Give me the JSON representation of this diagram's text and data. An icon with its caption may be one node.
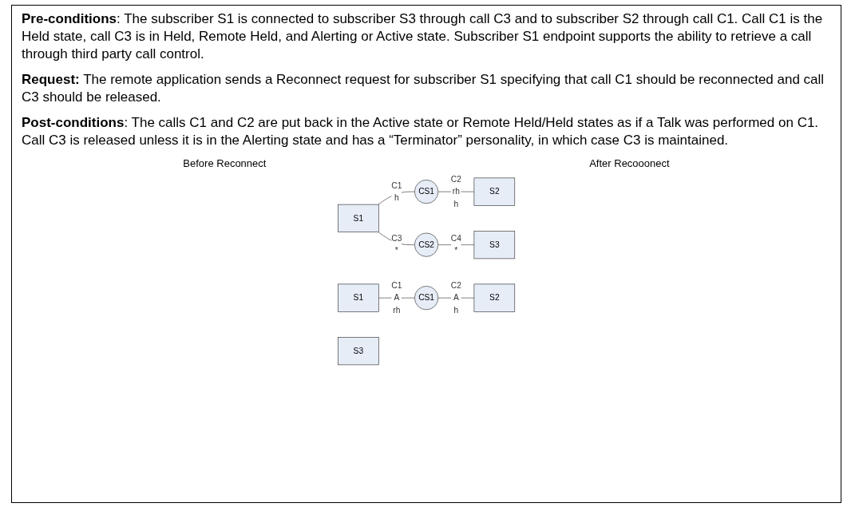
{
  "diagram": {
    "nodes": [
      {
        "text": [
          "S1"
        ]
      },
      {
        "text": [
          "CS1"
        ]
      },
      {
        "text": [
          "S2"
        ]
      },
      {
        "text": [
          "CS2"
        ]
      },
      {
        "text": [
          "S3"
        ]
      },
      {
        "text": [
          "S1"
        ]
      },
      {
        "text": [
          "CS1"
        ]
      },
      {
        "text": [
          "S2"
        ]
      },
      {
        "text": [
          "S3"
        ]
      }
    ],
    "edges": [
      {
        "from": 0,
        "to": 1,
        "arrow": "none",
        "label": "C1 h"
      },
      {
        "from": 1,
        "to": 2,
        "arrow": "none",
        "label": "C2 rh h"
      },
      {
        "from": 0,
        "to": 3,
        "arrow": "none",
        "label": "C3 *"
      },
      {
        "from": 3,
        "to": 4,
        "arrow": "none",
        "label": "C4 *"
      },
      {
        "from": 5,
        "to": 6,
        "arrow": "none",
        "label": "C1 A rh"
      },
      {
        "from": 6,
        "to": 7,
        "arrow": "none",
        "label": "C2 A h"
      }
    ],
    "labels": [
      "**Pre-conditions**:  The subscriber S1 is connected to subscriber S3 through call C3 and to subscriber S2 through call C1.  Call C1 is the Held state, call C3 is in Held, Remote Held, and Alerting or Active state.  Subscriber S1 endpoint supports the ability to retrieve a call through third party call control.",
      "**Request:**  The remote application sends a Reconnect request for subscriber S1 specifying that call C1 should be reconnected and call C3 should be released.",
      "**Post-conditions**:  The calls C1 and C2 are put back in the Active state or Remote Held/Held states as if a Talk was performed on C1.  Call C3 is released unless it is in the Alerting state and has a “Terminator” personality, in which case C3 is maintained.",
      "Before Reconnect",
      "After Recooonect"
    ]
  }
}
